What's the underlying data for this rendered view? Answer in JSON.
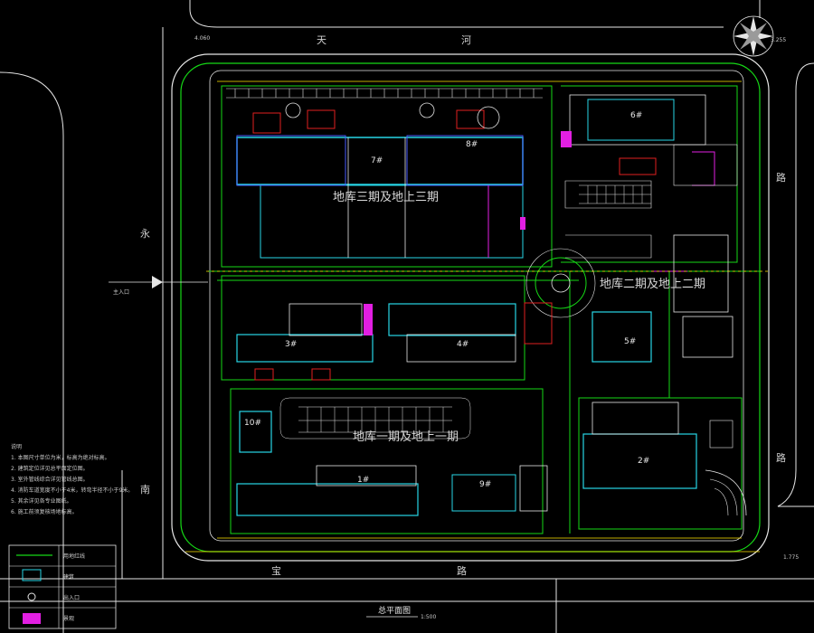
{
  "drawing": {
    "title": "总平面图",
    "scale": "1:500"
  },
  "zones": {
    "phase3_label": "地库三期及地上三期",
    "phase1_label": "地库一期及地上一期",
    "phase2_label": "地库二期及地上二期"
  },
  "buildings": [
    "7#",
    "8#",
    "6#",
    "5#",
    "4#",
    "3#",
    "10#",
    "1#",
    "9#",
    "2#"
  ],
  "roads": {
    "top": [
      "天",
      "河"
    ],
    "left": [
      "永",
      "南"
    ],
    "right": [
      "路",
      "路"
    ],
    "bottom": [
      "宝",
      "路"
    ]
  },
  "levels": [
    "4.060",
    "3.255",
    "1.775"
  ],
  "entrance_label": "主入口",
  "notes_title": "说明",
  "notes": [
    "1. 本图尺寸单位为米，标高为绝对标高。",
    "2. 建筑定位详见总平面定位图。",
    "3. 室外管线综合详见管线总图。",
    "4. 消防车道宽度不小于4米，转弯半径不小于9米。",
    "5. 其余详见各专业图纸。",
    "6. 施工前须复核场地标高。"
  ],
  "legend": [
    {
      "label": "用地红线",
      "color": "#16d916"
    },
    {
      "label": "建筑",
      "color": "#27d6e6"
    },
    {
      "label": "出入口",
      "color": "#e6e6e6"
    },
    {
      "label": "景观",
      "color": "#e21fe2"
    }
  ],
  "colors": {
    "background": "#000000",
    "boundary": "#16d916",
    "building": "#27d6e6",
    "road": "#e6e6e6",
    "parking": "#e01f1f",
    "utility": "#ffe400",
    "accent": "#e21fe2",
    "pipe": "#4a5cff"
  },
  "icons": {
    "compass": "north-arrow-icon",
    "entrance": "entrance-arrow-icon"
  }
}
